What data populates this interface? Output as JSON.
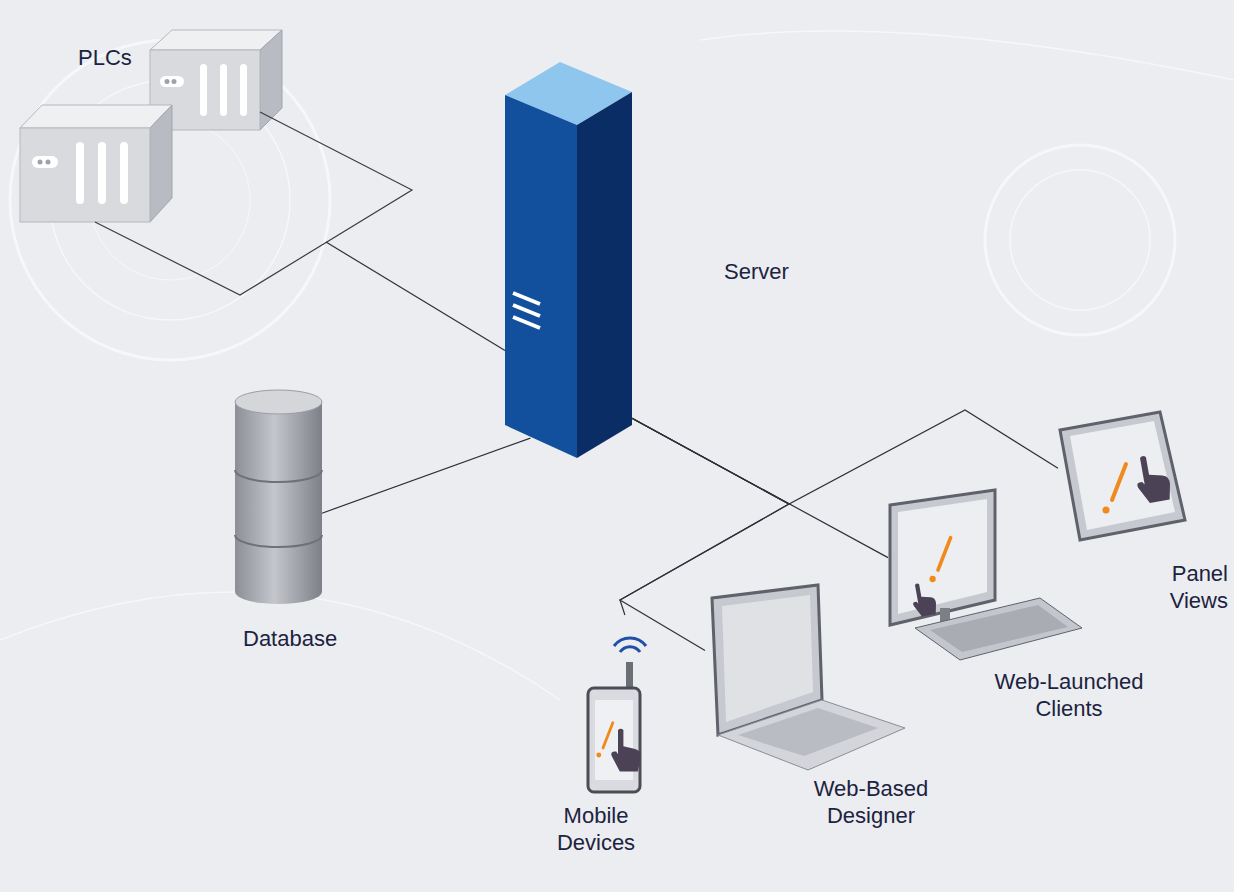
{
  "diagram": {
    "nodes": [
      {
        "text": [
          "PLCs"
        ]
      },
      {
        "text": [
          "Server"
        ]
      },
      {
        "text": [
          "Database"
        ]
      },
      {
        "text": [
          "Mobile Devices"
        ]
      },
      {
        "text": [
          "Web-Based Designer"
        ]
      },
      {
        "text": [
          "Web-Launched Clients"
        ]
      },
      {
        "text": [
          "Panel Views"
        ]
      }
    ],
    "edges": [
      {
        "from": 0,
        "to": 1,
        "arrow": "none"
      },
      {
        "from": 1,
        "to": 2,
        "arrow": "none"
      },
      {
        "from": 1,
        "to": 3,
        "arrow": "none"
      },
      {
        "from": 1,
        "to": 4,
        "arrow": "none"
      },
      {
        "from": 1,
        "to": 5,
        "arrow": "none"
      },
      {
        "from": 1,
        "to": 6,
        "arrow": "none"
      }
    ]
  }
}
